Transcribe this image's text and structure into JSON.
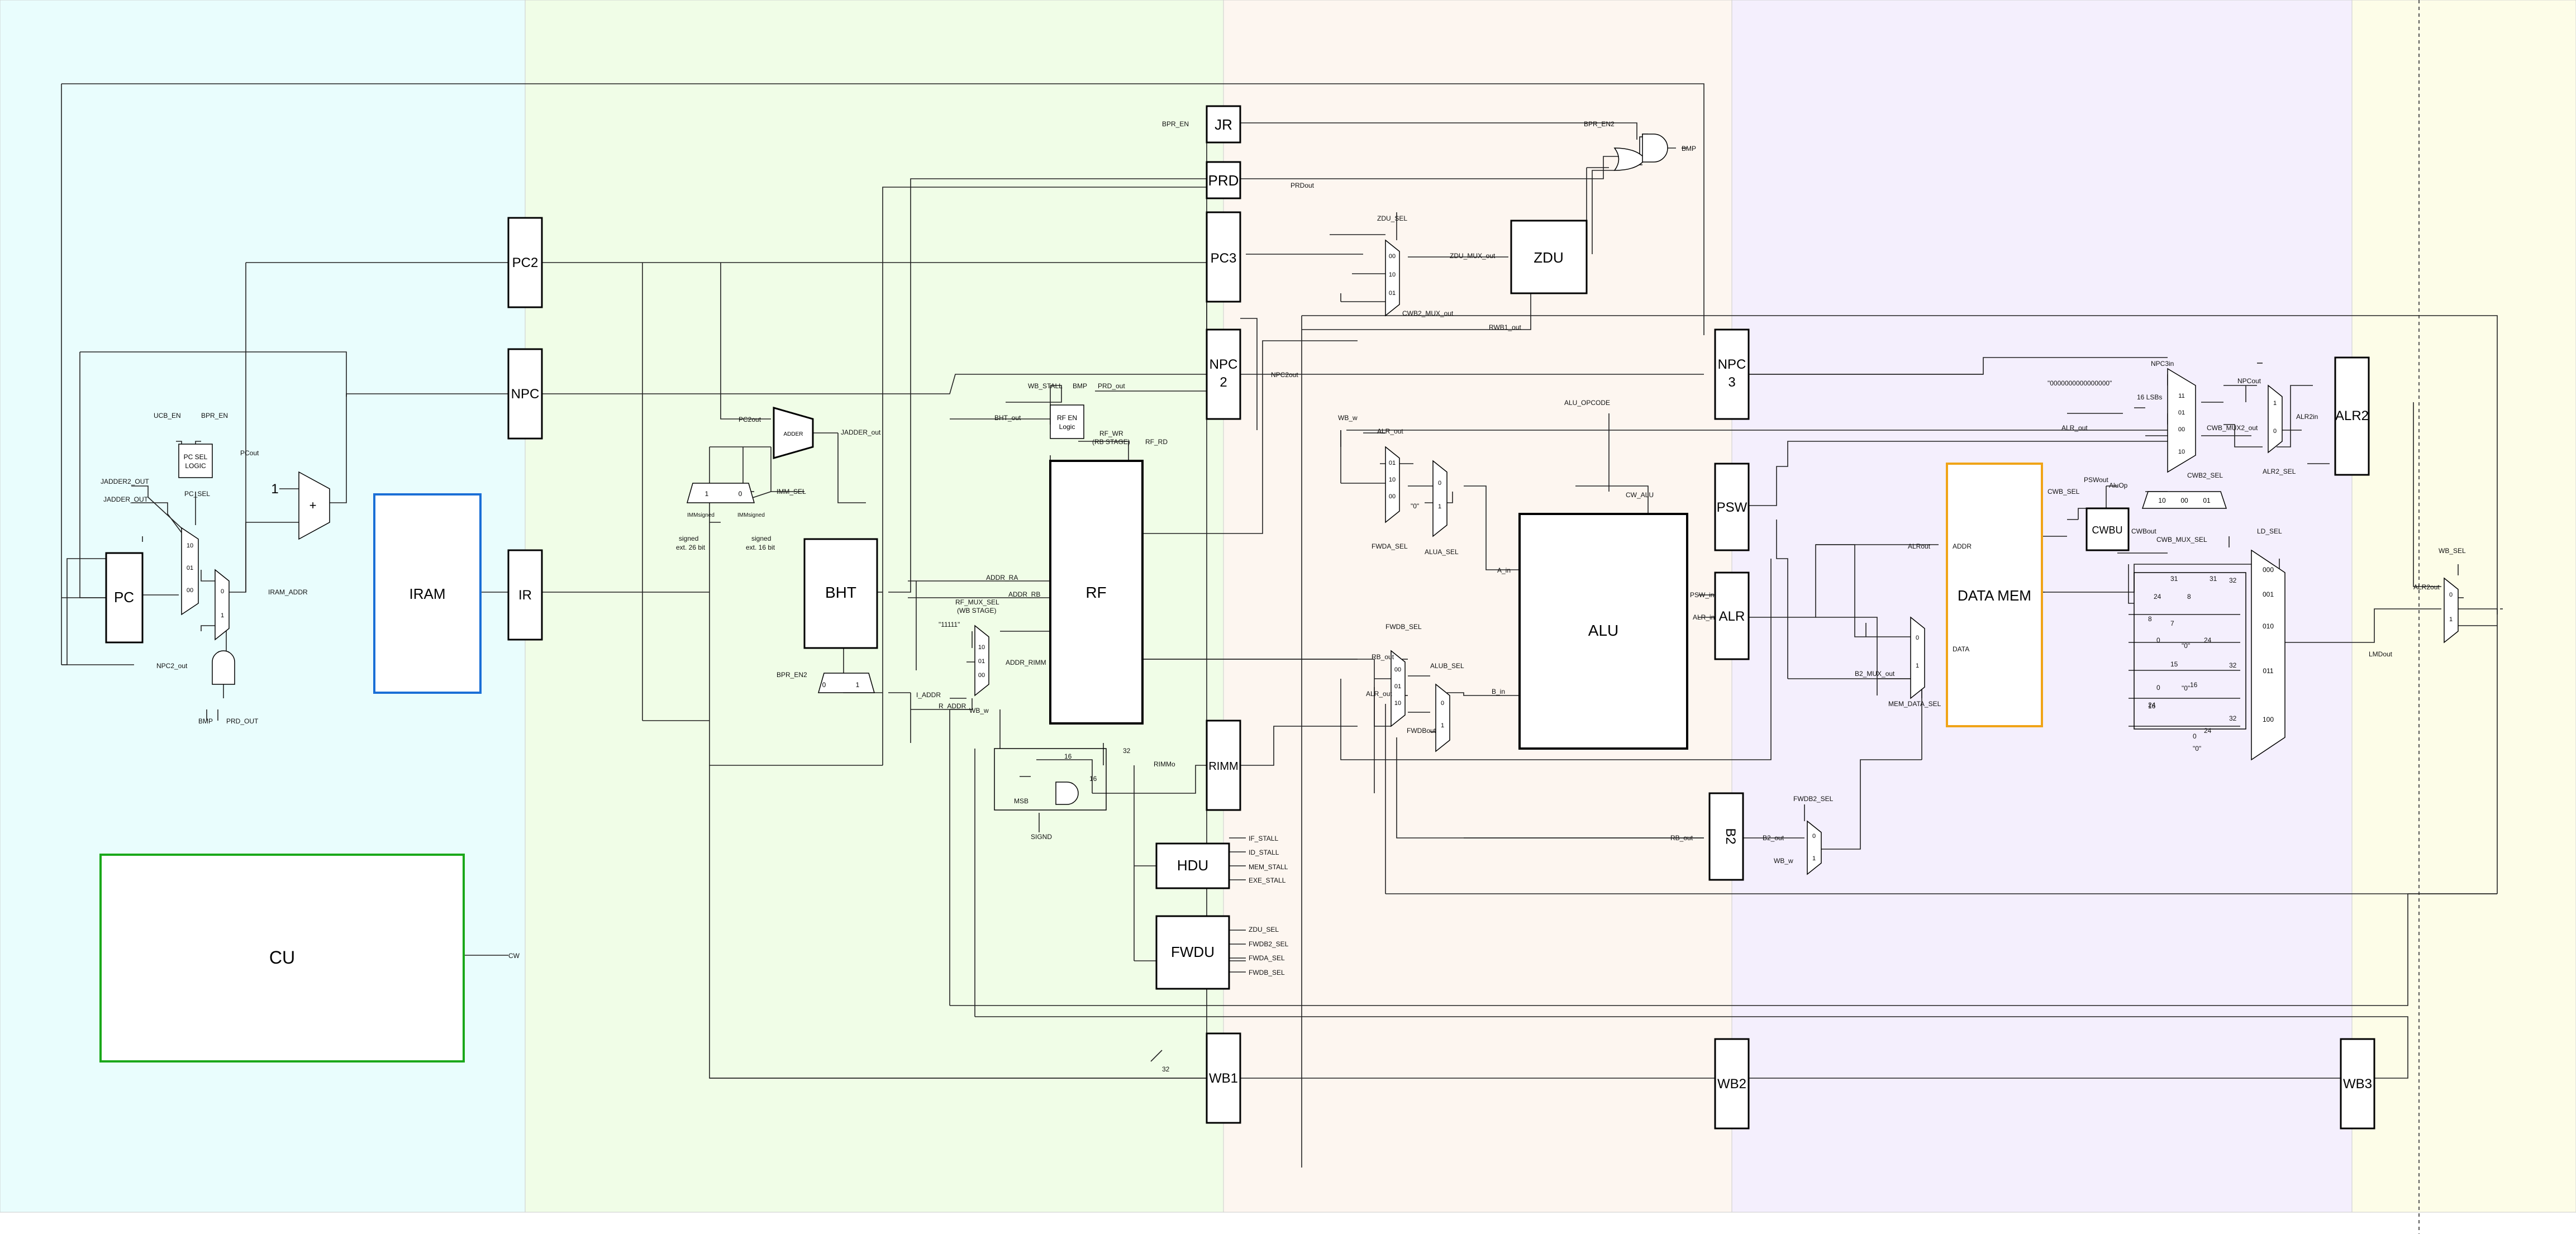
{
  "stages": [
    {
      "id": "if",
      "color": "#e9fdfd"
    },
    {
      "id": "id",
      "color": "#f0fde7"
    },
    {
      "id": "ex",
      "color": "#fdf6f0"
    },
    {
      "id": "mem",
      "color": "#f4effd"
    },
    {
      "id": "wb",
      "color": "#fdfde8"
    }
  ],
  "blocks": {
    "pc": "PC",
    "pc2": "PC2",
    "npc": "NPC",
    "ir": "IR",
    "iram": "IRAM",
    "cu": "CU",
    "bht": "BHT",
    "rf": "RF",
    "jr": "JR",
    "prd": "PRD",
    "pc3": "PC3",
    "npc2_a": "NPC",
    "npc2_b": "2",
    "rimm": "RIMM",
    "hdu": "HDU",
    "fwdu": "FWDU",
    "wb1": "WB1",
    "zdu": "ZDU",
    "alu": "ALU",
    "npc3_a": "NPC",
    "npc3_b": "3",
    "psw": "PSW",
    "alr": "ALR",
    "b2": "B2",
    "wb2": "WB2",
    "data_mem": "DATA MEM",
    "cwbu": "CWBU",
    "alr2": "ALR2",
    "wb3": "WB3",
    "adder": "ADDER",
    "rf_en_a": "RF EN",
    "rf_en_b": "Logic",
    "pc_sel_a": "PC SEL",
    "pc_sel_b": "LOGIC",
    "plus": "+",
    "one": "1"
  },
  "labels": {
    "ucb_en": "UCB_EN",
    "bpr_en": "BPR_EN",
    "jadder2_out": "JADDER2_OUT",
    "jadder_out": "JADDER_OUT",
    "pc_sel": "PC_SEL",
    "npc2_out": "NPC2_out",
    "bmp": "BMP",
    "prd_out": "PRD_OUT",
    "pc_out": "PCout",
    "iram_addr": "IRAM_ADDR",
    "cw": "CW",
    "pc2_out": "PC2out",
    "jadder_out2": "JADDER_out",
    "imm_sel": "IMM_SEL",
    "imm_signed_a": "IMMsigned",
    "imm_signed_b": "IMMsigned",
    "signed26_a": "signed",
    "signed26_b": "ext. 26 bit",
    "signed16_a": "signed",
    "signed16_b": "ext. 16 bit",
    "bpr_en2": "BPR_EN2",
    "bht_out": "BHT_out",
    "wb_stall": "WB_STALL",
    "bmp2": "BMP",
    "prd_out2": "PRD_out",
    "rf_wr": "RF_WR",
    "rf_wr_b": "(RB STAGE)",
    "rf_rd": "RF_RD",
    "addr_ra": "ADDR_RA",
    "addr_rb": "ADDR_RB",
    "rf_mux_sel": "RF_MUX_SEL",
    "rf_mux_sel_b": "(WB STAGE)",
    "five_ones": "\"11111\"",
    "addr_rimm": "ADDR_RIMM",
    "i_addr": "I_ADDR",
    "r_addr": "R_ADDR",
    "wb_w": "WB_w",
    "w16": "16",
    "w32": "32",
    "w32b": "32",
    "w16b": "16",
    "msb": "MSB",
    "signd": "SIGND",
    "rimm_out": "RIMMo",
    "if_stall": "IF_STALL",
    "id_stall": "ID_STALL",
    "mem_stall": "MEM_STALL",
    "exe_stall": "EXE_STALL",
    "zdu_sel": "ZDU_SEL",
    "fwdb2_sel": "FWDB2_SEL",
    "fwda_sel": "FWDA_SEL",
    "fwdb_sel": "FWDB_SEL",
    "bpr_en3": "BPR_EN",
    "bpr_en4": "BPR_EN2",
    "prd_out3": "PRDout",
    "bmp3": "BMP",
    "zdu_sel2": "ZDU_SEL",
    "zdu_mux_out": "ZDU_MUX_out",
    "cwb2_mux_out": "CWB2_MUX_out",
    "rwb1_out": "RWB1_out",
    "npc2_out2": "NPC2out",
    "wb_w2": "WB_w",
    "alu_opcode": "ALU_OPCODE",
    "cw_alu": "CW_ALU",
    "alr_out": "ALR_out",
    "fwda_sel2": "FWDA_SEL",
    "alua_sel": "ALUA_SEL",
    "zero": "\"0\"",
    "a_in": "A_in",
    "b_in": "B_in",
    "fwdb_sel2": "FWDB_SEL",
    "alub_sel": "ALUB_SEL",
    "rb_out": "RB_out",
    "alr_out2": "ALR_out",
    "fwdb_out": "FWDBout",
    "psw_in": "PSW_in",
    "alr_in": "ALR_in",
    "rb_out2": "RB_out",
    "b2_out": "B2_out",
    "fwdb2_sel2": "FWDB2_SEL",
    "wb_w3": "WB_w",
    "b2_mux_out": "B2_MUX_out",
    "mem_data_sel": "MEM_DATA_SEL",
    "alrout": "ALRout",
    "addr": "ADDR",
    "data": "DATA",
    "cwb_sel": "CWB_SEL",
    "pswout": "PSWout",
    "alu_op": "AluOp",
    "cwbout": "CWBout",
    "cwb_mux_sel": "CWB_MUX_SEL",
    "cwb2_mux_out2": "CWB_MUX2_out",
    "cwb2_sel": "CWB2_SEL",
    "lsbs": "16 LSBs",
    "zeros": "\"0000000000000000\"",
    "npcout": "NPCout",
    "alr2in": "ALR2in",
    "alr2_sel": "ALR2_SEL",
    "ld_sel": "LD_SEL",
    "lmdout": "LMDout",
    "alr2out": "ALR2out",
    "wb_sel": "WB_SEL",
    "alr_out3": "ALR_out",
    "npc3_in": "NPC3in",
    "d32": "32",
    "d32b": "32",
    "d32c": "32",
    "d24": "24",
    "d24b": "24",
    "d24c": "24",
    "d8": "8",
    "d16": "16",
    "d15": "15",
    "d7": "7",
    "d31": "31",
    "z0": "0",
    "z8": "8",
    "z24": "24",
    "z16": "16",
    "z0b": "0",
    "zq": "\"0\"",
    "zq2": "\"0\"",
    "zq3": "\"0\"",
    "m31": "31",
    "m0": "0"
  }
}
